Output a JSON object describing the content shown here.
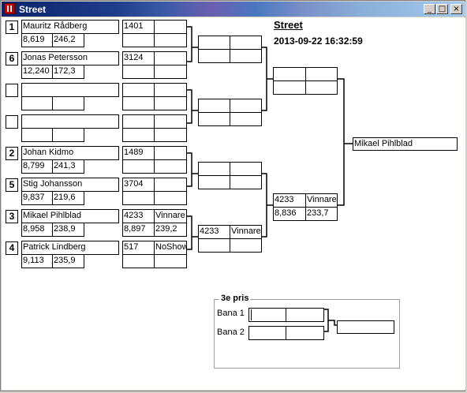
{
  "window": {
    "title": "Street",
    "minimize": "_",
    "maximize": "□",
    "close": "×"
  },
  "header": {
    "title": "Street",
    "datetime": "2013-09-22 16:32:59"
  },
  "round1": [
    {
      "seed": "1",
      "name": "Mauritz Rådberg",
      "v1": "8,619",
      "v2": "246,2"
    },
    {
      "seed": "6",
      "name": "Jonas Petersson",
      "v1": "12,240",
      "v2": "172,3"
    },
    {
      "seed": "",
      "name": "",
      "v1": "",
      "v2": ""
    },
    {
      "seed": "",
      "name": "",
      "v1": "",
      "v2": ""
    },
    {
      "seed": "2",
      "name": "Johan Kidmo",
      "v1": "8,799",
      "v2": "241,3"
    },
    {
      "seed": "5",
      "name": "Stig Johansson",
      "v1": "9,837",
      "v2": "219,6"
    },
    {
      "seed": "3",
      "name": "Mikael Pihlblad",
      "v1": "8,958",
      "v2": "238,9"
    },
    {
      "seed": "4",
      "name": "Patrick Lindberg",
      "v1": "9,113",
      "v2": "235,9"
    }
  ],
  "round2": [
    {
      "num": "1401",
      "res": "",
      "v1": "",
      "v2": ""
    },
    {
      "num": "3124",
      "res": "",
      "v1": "",
      "v2": ""
    },
    {
      "num": "",
      "res": "",
      "v1": "",
      "v2": ""
    },
    {
      "num": "",
      "res": "",
      "v1": "",
      "v2": ""
    },
    {
      "num": "1489",
      "res": "",
      "v1": "",
      "v2": ""
    },
    {
      "num": "3704",
      "res": "",
      "v1": "",
      "v2": ""
    },
    {
      "num": "4233",
      "res": "Vinnare",
      "v1": "8,897",
      "v2": "239,2"
    },
    {
      "num": "517",
      "res": "NoShow",
      "v1": "",
      "v2": ""
    }
  ],
  "round3": [
    {
      "num": "",
      "res": "",
      "v1": "",
      "v2": ""
    },
    {
      "num": "",
      "res": "",
      "v1": "",
      "v2": ""
    },
    {
      "num": "",
      "res": "",
      "v1": "",
      "v2": ""
    },
    {
      "num": "4233",
      "res": "Vinnare",
      "v1": "",
      "v2": ""
    }
  ],
  "round4": [
    {
      "num": "",
      "res": "",
      "v1": "",
      "v2": ""
    },
    {
      "num": "4233",
      "res": "Vinnare",
      "v1": "8,836",
      "v2": "233,7"
    }
  ],
  "winner": "Mikael Pihlblad",
  "third": {
    "label": "3e pris",
    "lane1": "Bana 1",
    "lane2": "Bana 2"
  }
}
